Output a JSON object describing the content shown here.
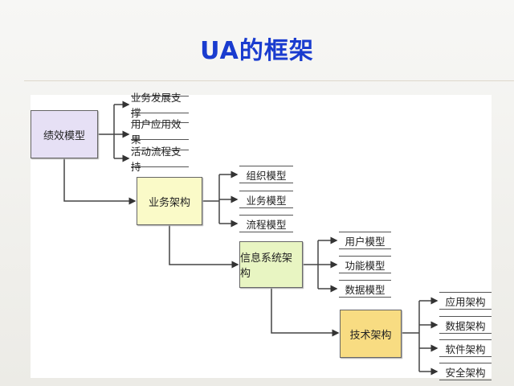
{
  "title": "UA的框架",
  "nodes": [
    {
      "label": "绩效模型",
      "color": "#e6e0f5",
      "children": [
        "业务发展支撑",
        "用户应用效果",
        "活动流程支持"
      ]
    },
    {
      "label": "业务架构",
      "color": "#fafac8",
      "children": [
        "组织模型",
        "业务模型",
        "流程模型"
      ]
    },
    {
      "label": "信息系统架构",
      "color": "#e8f5c2",
      "children": [
        "用户模型",
        "功能模型",
        "数据模型"
      ]
    },
    {
      "label": "技术架构",
      "color": "#f8dc82",
      "children": [
        "应用架构",
        "数据架构",
        "软件架构",
        "安全架构"
      ]
    }
  ]
}
